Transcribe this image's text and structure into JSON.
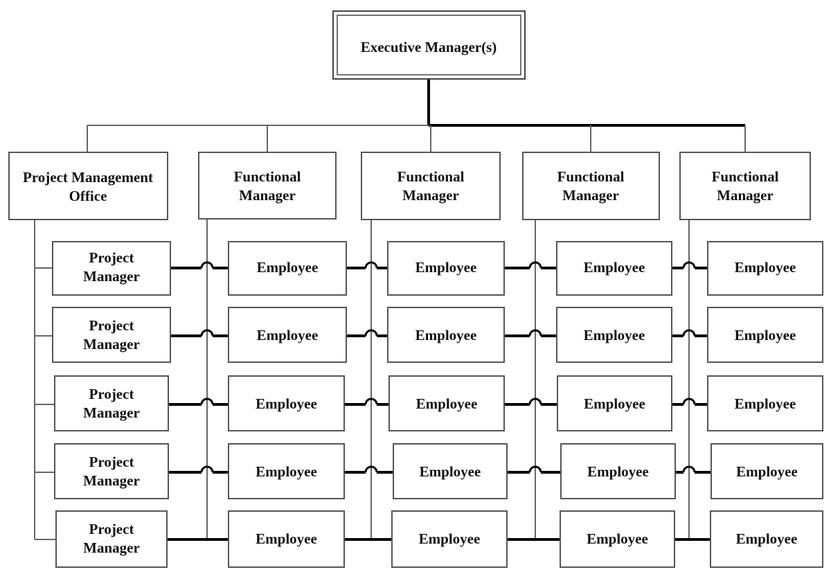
{
  "executive": {
    "label": "Executive Manager(s)"
  },
  "pmo": {
    "lines": [
      "Project Management",
      "Office"
    ]
  },
  "functional_managers": [
    {
      "lines": [
        "Functional",
        "Manager"
      ]
    },
    {
      "lines": [
        "Functional",
        "Manager"
      ]
    },
    {
      "lines": [
        "Functional",
        "Manager"
      ]
    },
    {
      "lines": [
        "Functional",
        "Manager"
      ]
    }
  ],
  "project_manager_lines": [
    "Project",
    "Manager"
  ],
  "employee_label": "Employee",
  "rows": 5,
  "employees_per_row": 4
}
